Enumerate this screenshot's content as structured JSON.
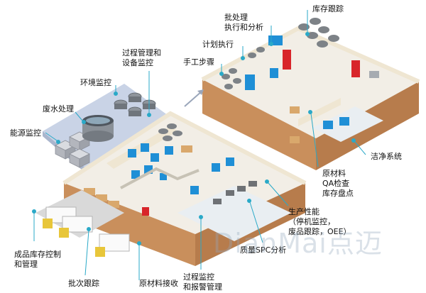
{
  "labels": {
    "inventory_tracking": "库存跟踪",
    "batch_processing": "批处理\n执行和分析",
    "plan_execution": "计划执行",
    "manual_steps": "手工步骤",
    "process_mgmt": "过程管理和\n设备监控",
    "env_monitor": "环境监控",
    "wastewater": "废水处理",
    "energy_monitor": "能源监控",
    "clean_system": "洁净系统",
    "raw_material_qa": "原材料\nQA检查\n库存盘点",
    "production_perf": "生产性能\n（停机监控，\n废品跟踪，OEE）",
    "quality_spc": "质量SPC分析",
    "finished_goods": "成品库存控制\n和管理",
    "batch_tracking": "批次跟踪",
    "raw_receiving": "原材料接收",
    "process_alarm": "过程监控\n和报警管理"
  },
  "watermark": "DianMai点迈",
  "colors": {
    "line": "#2aa9c8",
    "floor": "#f2eee6",
    "wall_top": "#efe6d2",
    "wall_side": "#c98f5c",
    "machine_blue": "#1f8fd6",
    "tank_gray": "#7d8287",
    "alert_red": "#d8252a",
    "eco_bg": "#c9d3e6"
  }
}
